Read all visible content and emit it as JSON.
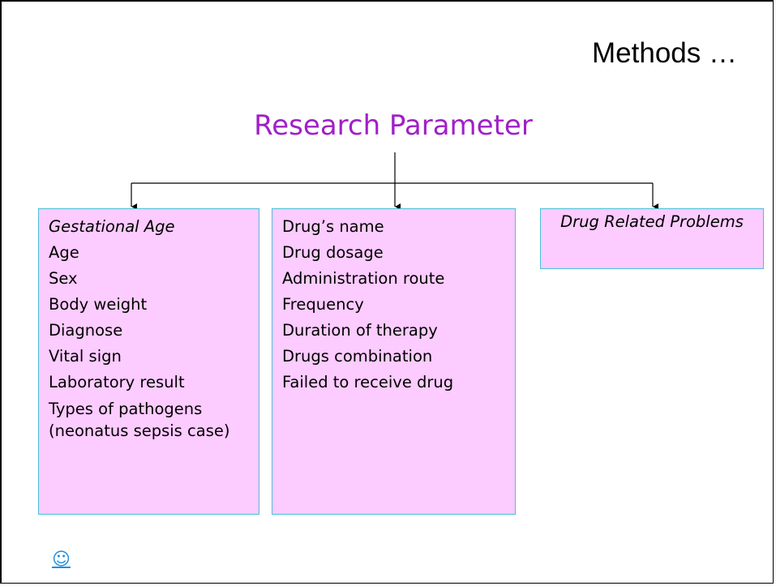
{
  "slide": {
    "heading": "Methods …",
    "diagram_title": "Research Parameter",
    "link_symbol": "☺"
  },
  "columns": [
    {
      "header": "Gestational Age",
      "items": [
        "Age",
        "Sex",
        "Body weight",
        "Diagnose",
        "Vital sign",
        "Laboratory result"
      ],
      "multiline_item": "Types of pathogens (neonatus sepsis case)"
    },
    {
      "items": [
        "Drug’s name",
        "Drug dosage",
        "Administration route",
        "Frequency",
        "Duration of therapy",
        "Drugs combination",
        "Failed to receive drug"
      ]
    },
    {
      "header": "Drug Related Problems"
    }
  ],
  "colors": {
    "box_fill": "#fccbff",
    "box_border": "#46c0d8",
    "title": "#a020c8",
    "link": "#1c8ee0"
  }
}
